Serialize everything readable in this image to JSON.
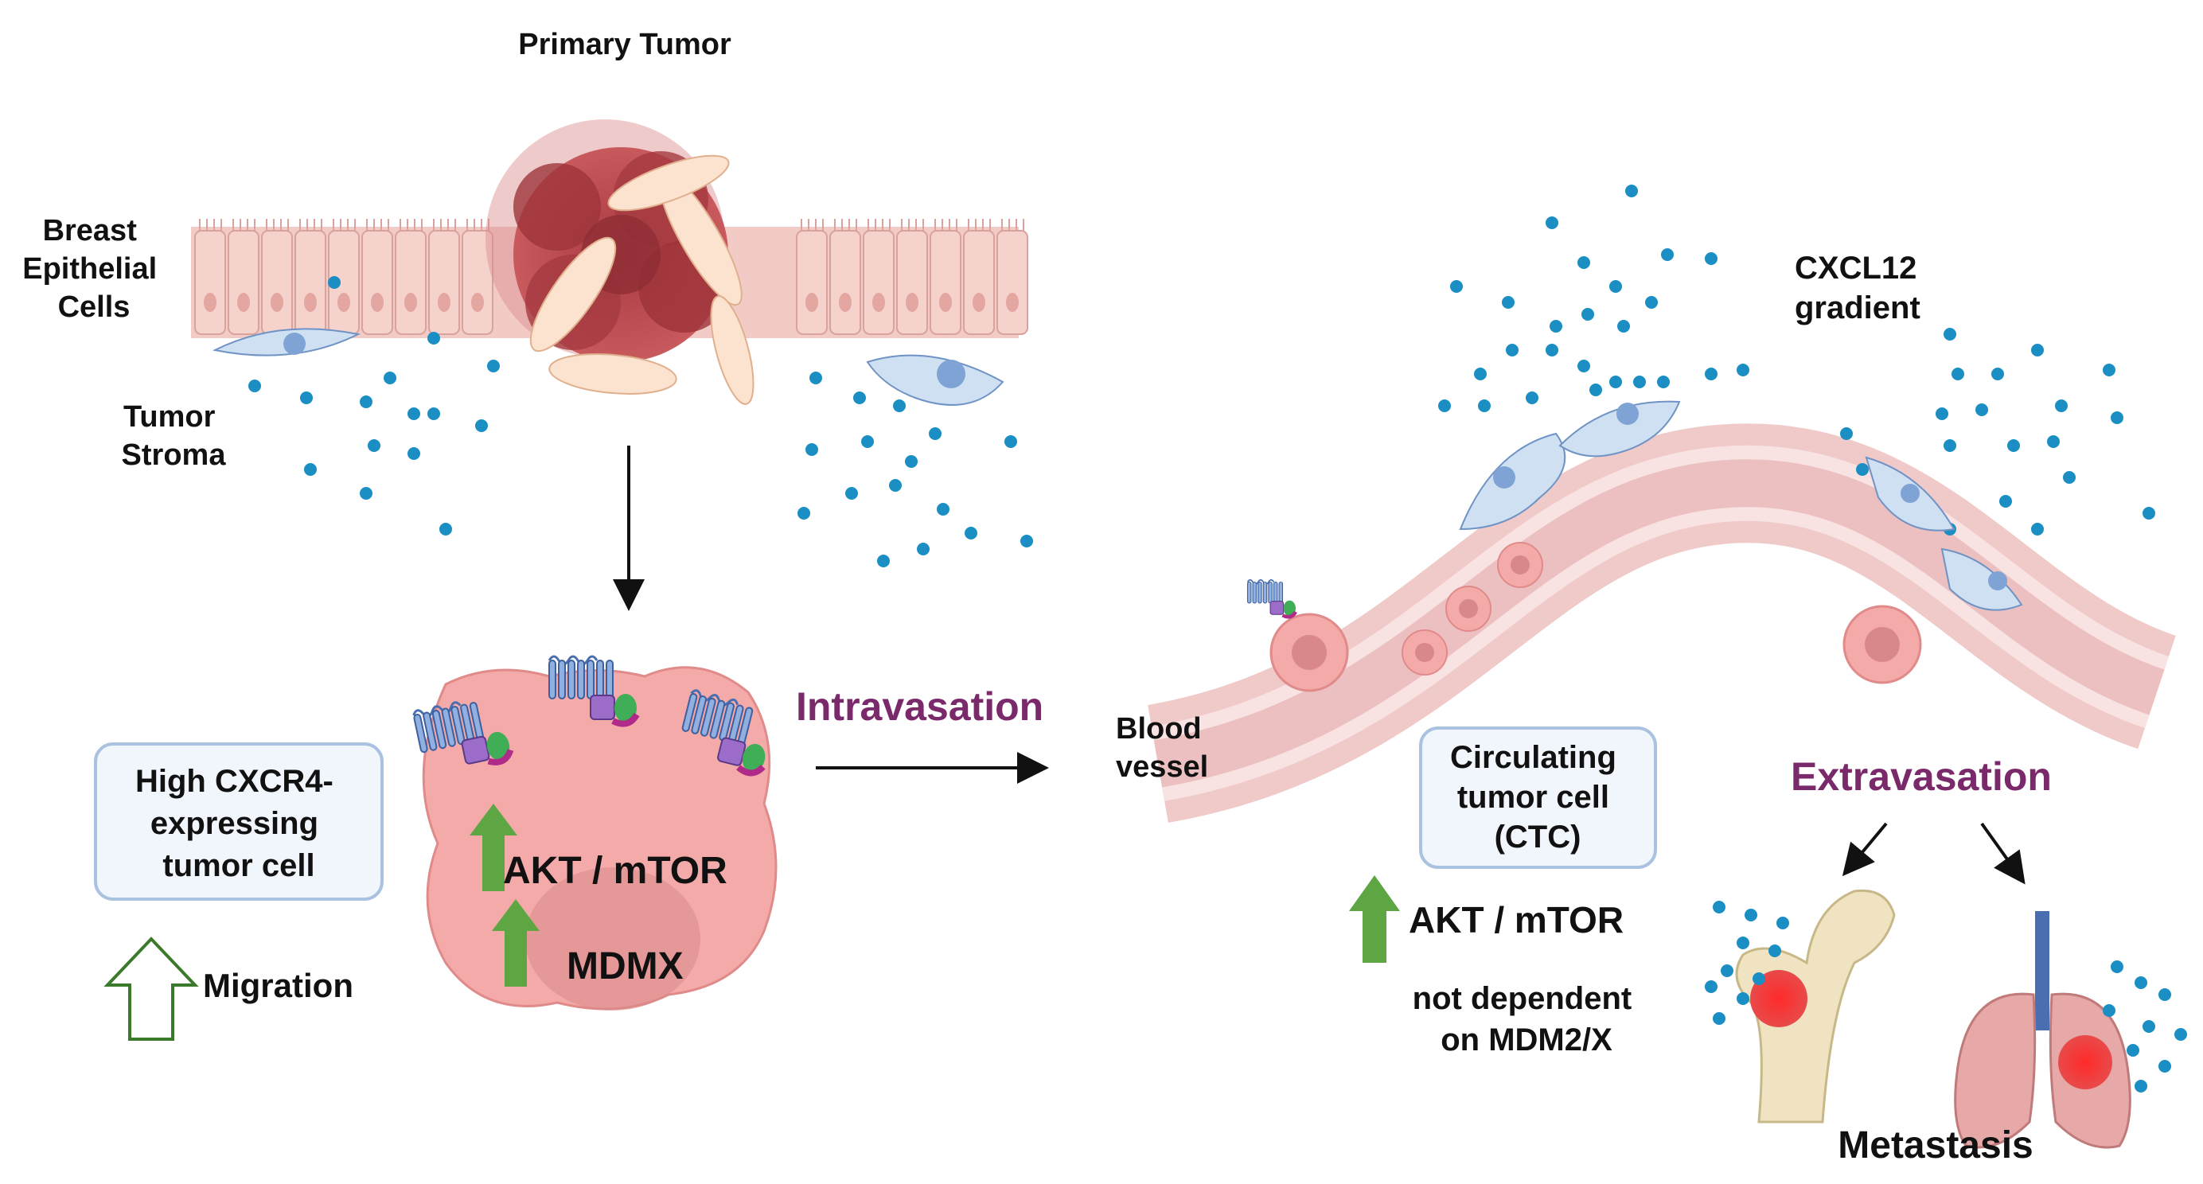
{
  "labels": {
    "primary_tumor": "Primary Tumor",
    "breast_epithelial": [
      "Breast",
      "Epithelial",
      "Cells"
    ],
    "tumor_stroma": [
      "Tumor",
      "Stroma"
    ],
    "high_cxcr4": [
      "High CXCR4-",
      "expressing",
      "tumor cell"
    ],
    "migration": "Migration",
    "akt_mtor": "AKT / mTOR",
    "mdmx": "MDMX",
    "intravasation": "Intravasation",
    "blood_vessel": [
      "Blood",
      "vessel"
    ],
    "cxcl12": [
      "CXCL12",
      "gradient"
    ],
    "ctc": [
      "Circulating",
      "tumor cell",
      "(CTC)"
    ],
    "akt_mtor_2": "AKT / mTOR",
    "not_dependent": [
      "not dependent",
      "on MDM2/X"
    ],
    "extravasation": "Extravasation",
    "metastasis": "Metastasis"
  },
  "colors": {
    "epithelium": "#f2c4c0",
    "tumor": "#b8464a",
    "fibroblast": "#fbe3cf",
    "stroma_cell": "#cfe0f3",
    "chemokine": "#1b8fc4",
    "cell": "#f3a8a8",
    "up_arrow": "#5ea544",
    "label_purple": "#7a2a6a",
    "box_border": "#a9c2e0",
    "box_fill": "#f1f6fc",
    "vessel": "#f0c9c9"
  },
  "icons": [
    "up-arrow-icon",
    "outline-up-arrow-icon",
    "receptor-icon",
    "bone-icon",
    "lung-icon"
  ]
}
